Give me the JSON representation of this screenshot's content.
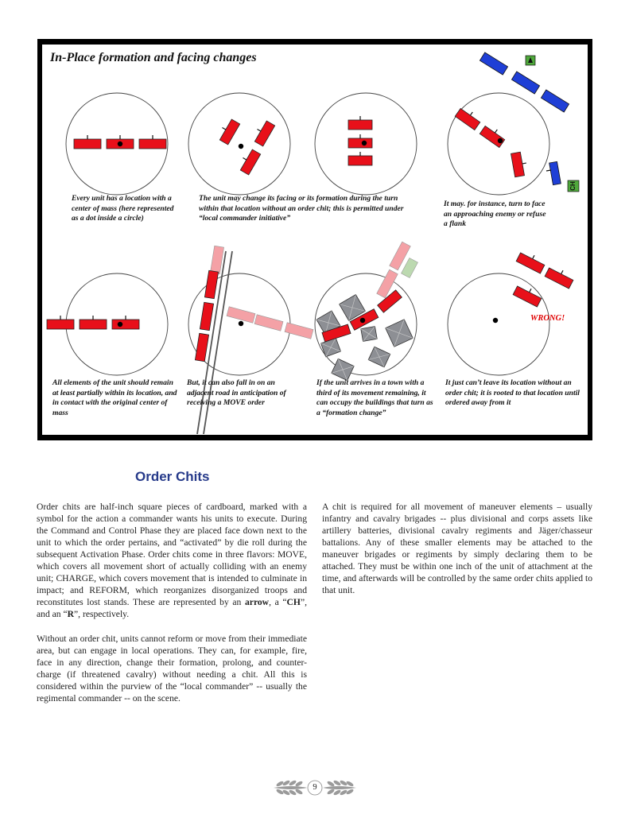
{
  "figure": {
    "title": "In-Place formation and facing changes",
    "captions": [
      "Every unit has a location with a center of mass (here represented as a dot inside a circle)",
      "The unit may change its facing or its formation during the turn within that location without an order chit; this is permitted under “local commander initiative”",
      "It may. for instance, turn to face an approaching enemy or refuse a flank",
      "All elements of the unit should remain at least partially within its location, and in contact with the original center of mass",
      "But, it can also fall in on an adjacent road in anticipation of receiving a MOVE order",
      "If the unit arrives in a town with a third of its movement remaining, it can occupy the buildings that turn as a “formation change”",
      "It just can’t leave its location without an order chit; it is rooted to that location until ordered away from it"
    ],
    "chit_label": "CH",
    "wrong_label": "WRONG!",
    "colors": {
      "friendly": "#e8101a",
      "ghost": "#f4a1a6",
      "enemy": "#1f3fd6",
      "chit": "#4fa83b",
      "building": "#8d8f94"
    }
  },
  "article": {
    "heading": "Order Chits",
    "left_col": {
      "p1": [
        "Order chits are half-inch square pieces of cardboard, marked with a symbol for the action a commander wants his units to execute. During the Command and Control Phase they are placed face down next to the unit to which the order pertains, and “activated” by die roll during the subsequent Activation Phase. Order chits come in three flavors: MOVE, which covers all movement short of actually colliding with an enemy unit; CHARGE, which covers movement that is intended to culminate in impact; and REFORM, which reorganizes disorganized troops and reconstitutes lost stands. These are represented by an ",
        "arrow",
        ", a “",
        "CH",
        "”, and an “",
        "R",
        "”, respectively."
      ],
      "p2": "Without an order chit, units cannot reform or move from their immediate area, but can engage in local operations. They can, for example, fire, face in any direction, change their formation, prolong, and counter-charge (if threatened cavalry) without needing a chit. All this is considered within the purview of the “local commander” -- usually the regimental commander -- on the scene."
    },
    "right_col": {
      "p1": "A chit is required for all movement of maneuver elements – usually infantry and cavalry brigades -- plus divisional and corps assets like artillery batteries, divisional cavalry regiments and Jäger/chasseur battalions. Any of these smaller elements may be attached to the maneuver brigades or regiments by simply declaring them to be attached. They must be within one inch of the unit of attachment at the time, and afterwards will be controlled by the same order chits applied to that unit."
    }
  },
  "footer": {
    "page_number": "9"
  }
}
